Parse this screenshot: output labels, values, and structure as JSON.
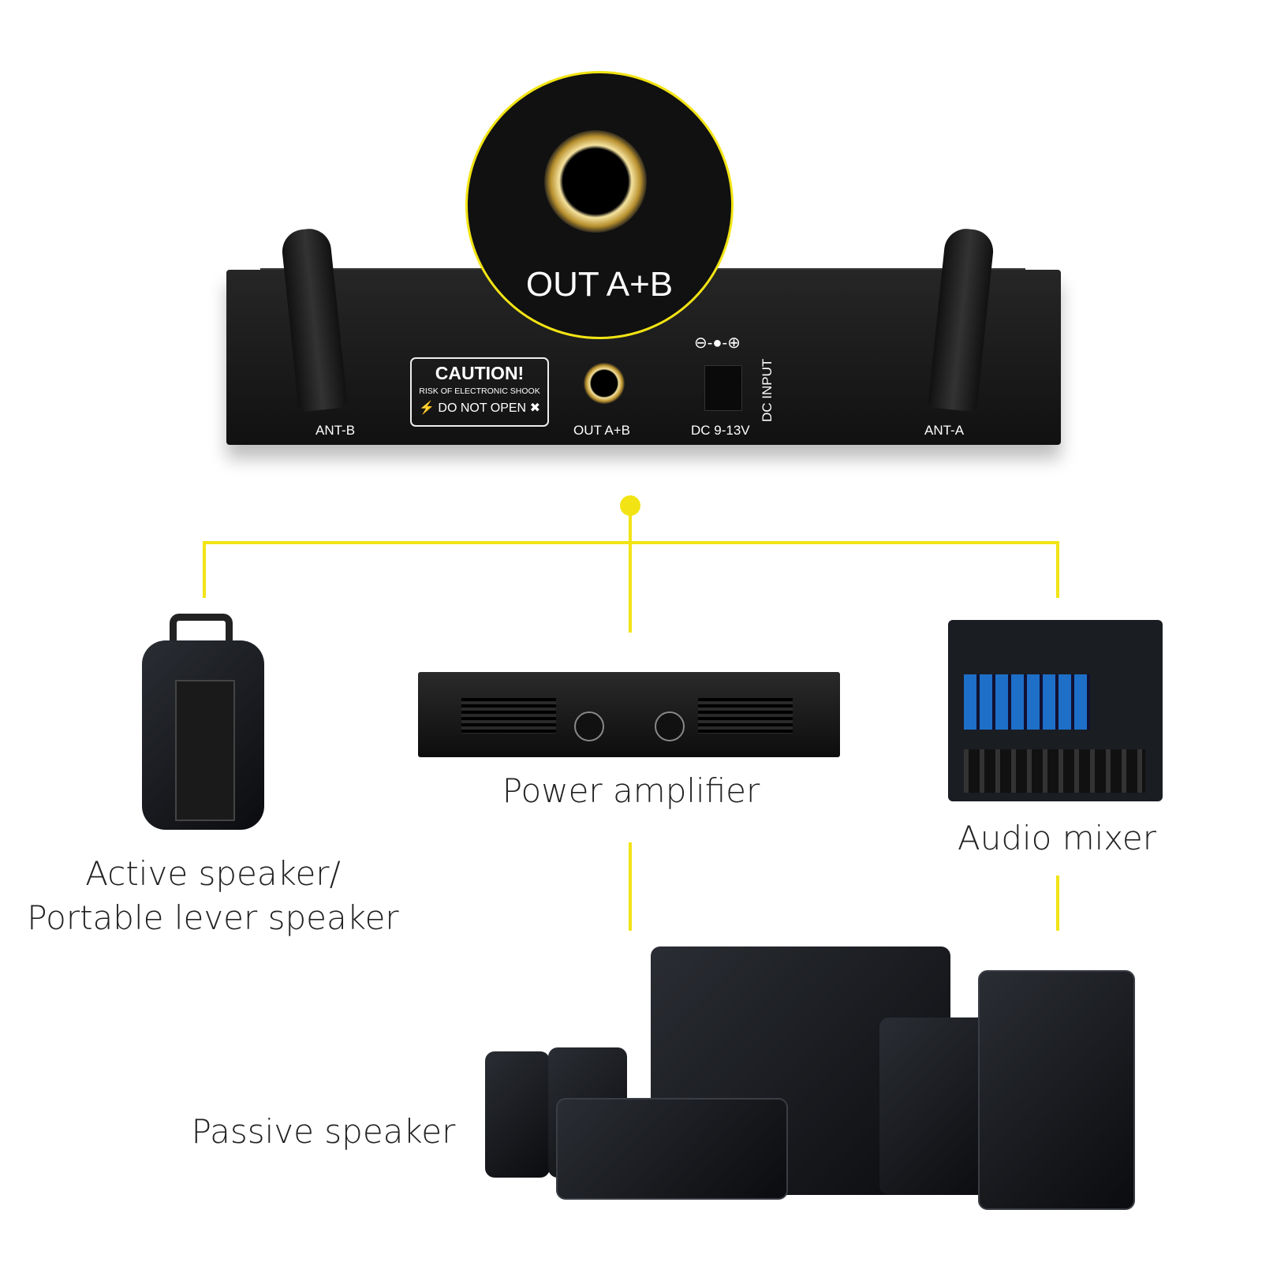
{
  "device": {
    "zoom_label": "OUT A+B",
    "ant_b": "ANT-B",
    "ant_a": "ANT-A",
    "caution": {
      "title": "CAUTION!",
      "subtitle": "RISK OF ELECTRONIC SHOOK",
      "warning": "DO NOT OPEN"
    },
    "out_label": "OUT A+B",
    "dc_polarity": "⊖-●-⊕",
    "dc_label": "DC 9-13V",
    "dc_input": "DC INPUT"
  },
  "outputs": {
    "active_speaker": [
      "Active speaker/",
      "Portable lever speaker"
    ],
    "power_amplifier": "Power amplifier",
    "audio_mixer": "Audio mixer",
    "passive_speaker": "Passive speaker"
  },
  "colors": {
    "accent": "#f2e414"
  }
}
